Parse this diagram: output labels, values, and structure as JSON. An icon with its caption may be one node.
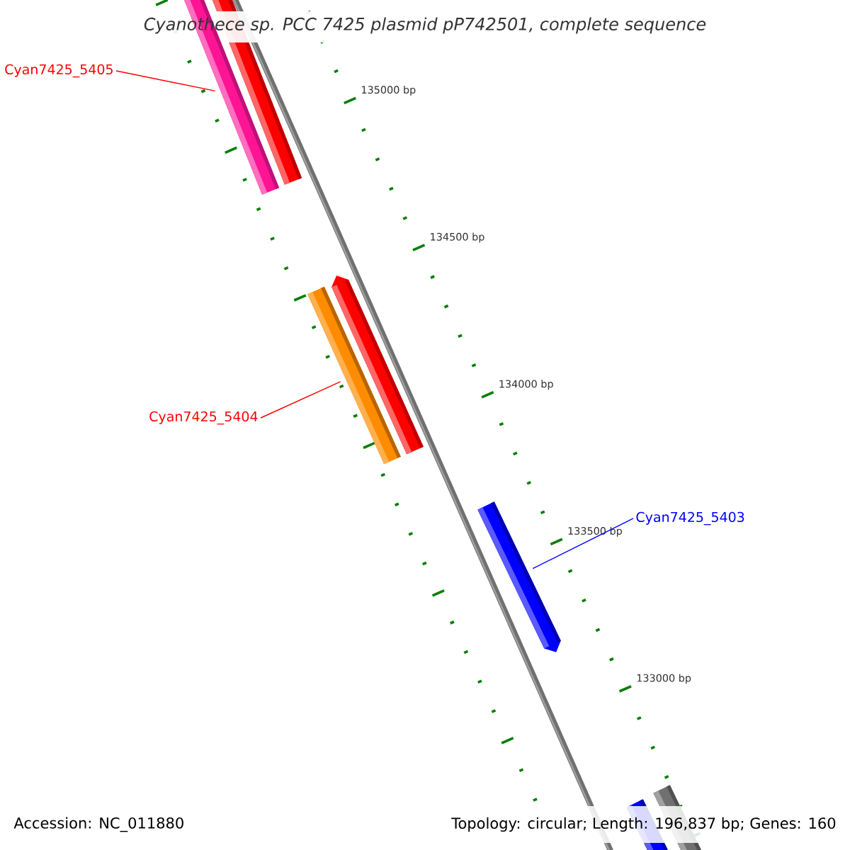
{
  "diagram": {
    "title": "Cyanothece sp. PCC 7425 plasmid pP742501, complete sequence",
    "nodes": [
      {
        "text": [],
        "shape": "bar"
      },
      {
        "text": [
          "Cyan7425_5405"
        ]
      },
      {
        "text": [],
        "shape": "bar"
      },
      {
        "text": [
          "Cyan7425_5404"
        ]
      },
      {
        "text": [],
        "shape": "bar"
      },
      {
        "text": [
          "Cyan7425_5403"
        ]
      }
    ],
    "edges": [
      {
        "from": 1,
        "to": 0,
        "arrow": "none"
      },
      {
        "from": 3,
        "to": 2,
        "arrow": "none"
      },
      {
        "from": 5,
        "to": 4,
        "arrow": "none",
        "color": "#0000ff"
      }
    ],
    "labels": [
      "135000 bp",
      "134500 bp",
      "134000 bp",
      "133500 bp",
      "133000 bp",
      "Accession: NC_011880",
      "Topology: circular; Length: 196,837 bp; Genes: 160"
    ]
  }
}
